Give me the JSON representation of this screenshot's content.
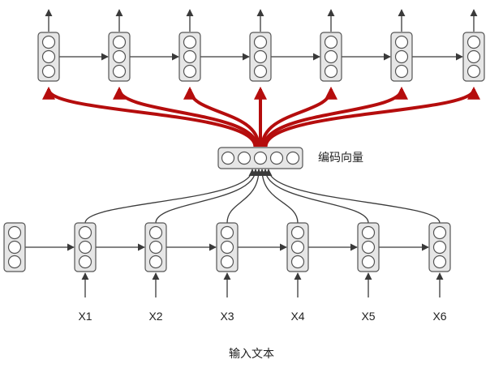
{
  "colors": {
    "cell_fill": "#e6e6e6",
    "cell_stroke": "#555555",
    "node_fill": "#ffffff",
    "arrow_gray": "#3a3a3a",
    "arrow_red": "#b50d0d"
  },
  "encoding_vector_label": "编码向量",
  "input_text_label": "输入文本",
  "inputs": [
    "X1",
    "X2",
    "X3",
    "X4",
    "X5",
    "X6"
  ],
  "encoder_cell_count": 7,
  "decoder_cell_count": 7
}
